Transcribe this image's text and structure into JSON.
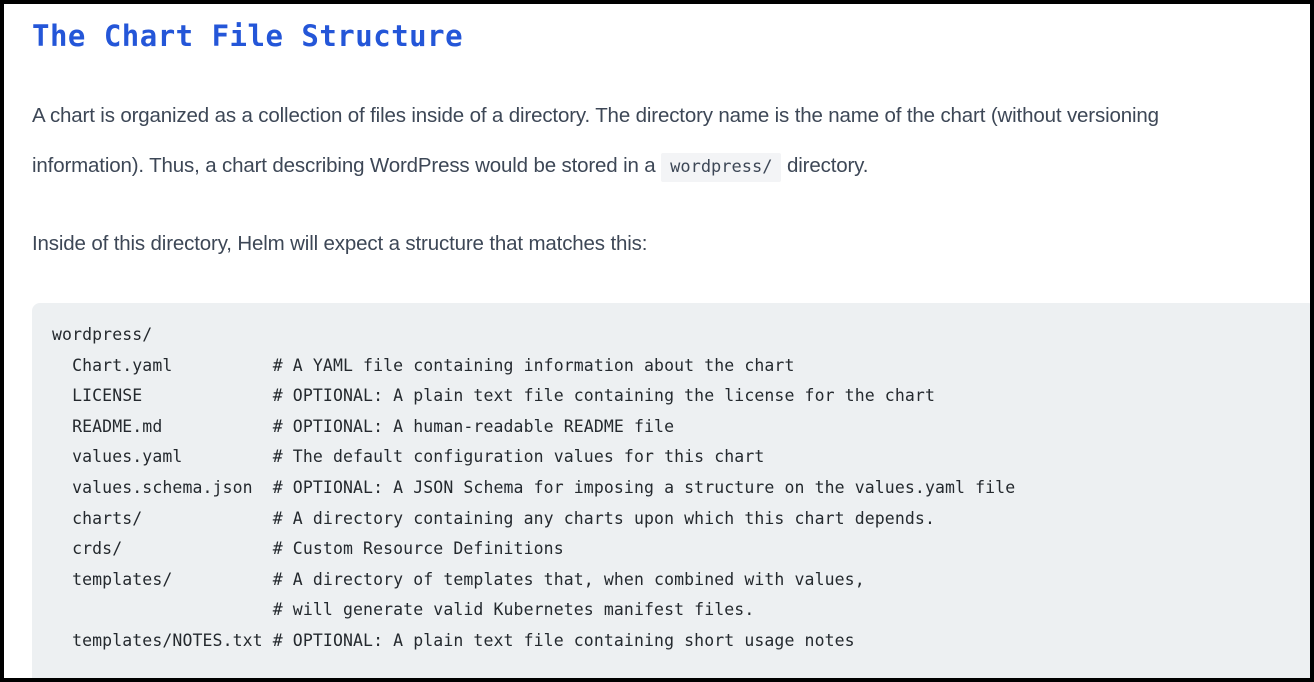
{
  "page": {
    "title": "The Chart File Structure",
    "background_color": "#ffffff",
    "title_color": "#2456d8",
    "body_text_color": "#3d4756",
    "code_block_background": "#edf0f2",
    "inline_code_background": "#f3f4f6",
    "frame_border_color": "#000000"
  },
  "paragraphs": {
    "p1_part1": "A chart is organized as a collection of files inside of a directory. The directory name is the name of the chart (without versioning information). Thus, a chart describing WordPress would be stored in a",
    "p1_code": "wordpress/",
    "p1_part2": "directory.",
    "p2": "Inside of this directory, Helm will expect a structure that matches this:"
  },
  "code_block": {
    "language": "text",
    "lines": [
      "wordpress/",
      "  Chart.yaml          # A YAML file containing information about the chart",
      "  LICENSE             # OPTIONAL: A plain text file containing the license for the chart",
      "  README.md           # OPTIONAL: A human-readable README file",
      "  values.yaml         # The default configuration values for this chart",
      "  values.schema.json  # OPTIONAL: A JSON Schema for imposing a structure on the values.yaml file",
      "  charts/             # A directory containing any charts upon which this chart depends.",
      "  crds/               # Custom Resource Definitions",
      "  templates/          # A directory of templates that, when combined with values,",
      "                      # will generate valid Kubernetes manifest files.",
      "  templates/NOTES.txt # OPTIONAL: A plain text file containing short usage notes"
    ]
  }
}
